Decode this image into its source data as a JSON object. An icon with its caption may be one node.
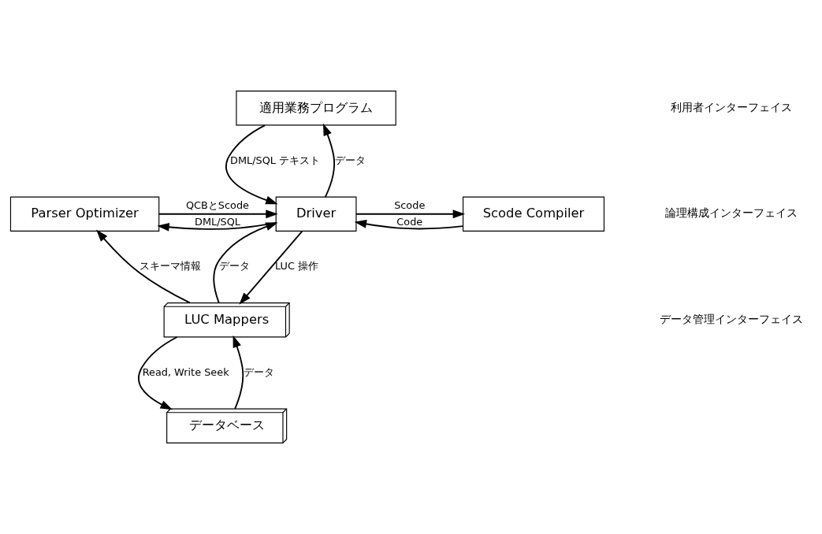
{
  "diagram": {
    "nodes": [
      {
        "text": [
          "適用業務プログラム"
        ]
      },
      {
        "text": [
          "Parser Optimizer"
        ]
      },
      {
        "text": [
          "Driver"
        ]
      },
      {
        "text": [
          "Scode Compiler"
        ]
      },
      {
        "text": [
          "LUC Mappers"
        ]
      },
      {
        "text": [
          "データベース"
        ]
      }
    ],
    "edges": [
      {
        "from": 2,
        "to": 0,
        "arrow": "to",
        "label": "データ"
      },
      {
        "from": 0,
        "to": 2,
        "arrow": "to",
        "label": "DML/SQL テキスト"
      },
      {
        "from": 2,
        "to": 1,
        "arrow": "to",
        "label": "DML/SQL"
      },
      {
        "from": 1,
        "to": 2,
        "arrow": "to",
        "label": "QCBとScode"
      },
      {
        "from": 2,
        "to": 3,
        "arrow": "to",
        "label": "Scode"
      },
      {
        "from": 3,
        "to": 2,
        "arrow": "to",
        "label": "Code"
      },
      {
        "from": 4,
        "to": 2,
        "arrow": "to",
        "label": "データ"
      },
      {
        "from": 2,
        "to": 4,
        "arrow": "to",
        "label": "LUC 操作"
      },
      {
        "from": 4,
        "to": 1,
        "arrow": "to",
        "label": "スキーマ情報"
      },
      {
        "from": 5,
        "to": 4,
        "arrow": "to",
        "label": "データ"
      },
      {
        "from": 4,
        "to": 5,
        "arrow": "to",
        "label": "Read, Write Seek"
      }
    ],
    "labels": [
      "利用者インターフェイス",
      "論理構成インターフェイス",
      "データ管理インターフェイス"
    ]
  }
}
